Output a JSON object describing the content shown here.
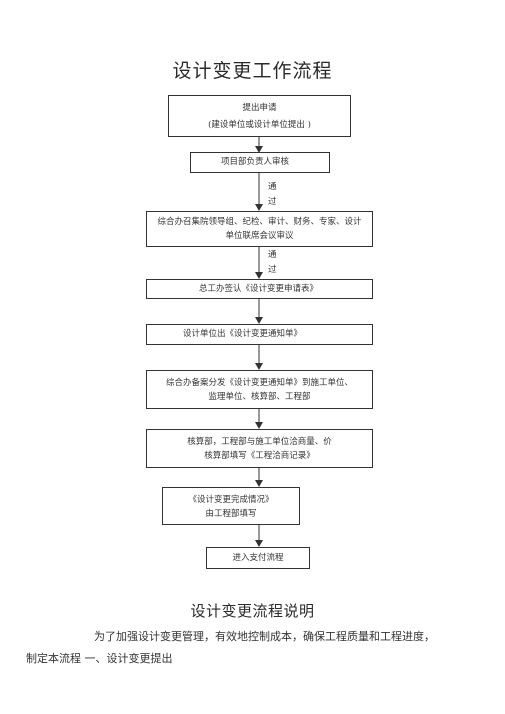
{
  "title": "设计变更工作流程",
  "steps": [
    {
      "line1": "提出申请",
      "line2": "(建设单位或设计单位提出      )"
    },
    {
      "line1": "项目部负责人审核",
      "line2": ""
    },
    {
      "line1": "综合办召集院领导组、纪检、审计、财务、专家、设计",
      "line2": "单位联席会议审议"
    },
    {
      "line1": "总工办签认《设计变更申请表》",
      "line2": ""
    },
    {
      "line1": "设计单位出《设计变更通知单》",
      "line2": ""
    },
    {
      "line1": "综合办备案分发《设计变更通知单》到施工单位、",
      "line2": "监理单位、核算部、工程部"
    },
    {
      "line1": "核算部，工程部与施工单位洽商量、价",
      "line2": "核算部填写《工程洽商记录》"
    },
    {
      "line1": "《设计变更完成情况》",
      "line2": "由工程部填写"
    },
    {
      "line1": "进入支付流程",
      "line2": ""
    }
  ],
  "pass_labels": [
    {
      "a": "通",
      "b": "过"
    },
    {
      "a": "通",
      "b": "过"
    }
  ],
  "section_title": "设计变更流程说明",
  "paragraph": {
    "line1": "为了加强设计变更管理，有效地控制成本，确保工程质量和工程进度，",
    "line2": "制定本流程 一、设计变更提出"
  }
}
